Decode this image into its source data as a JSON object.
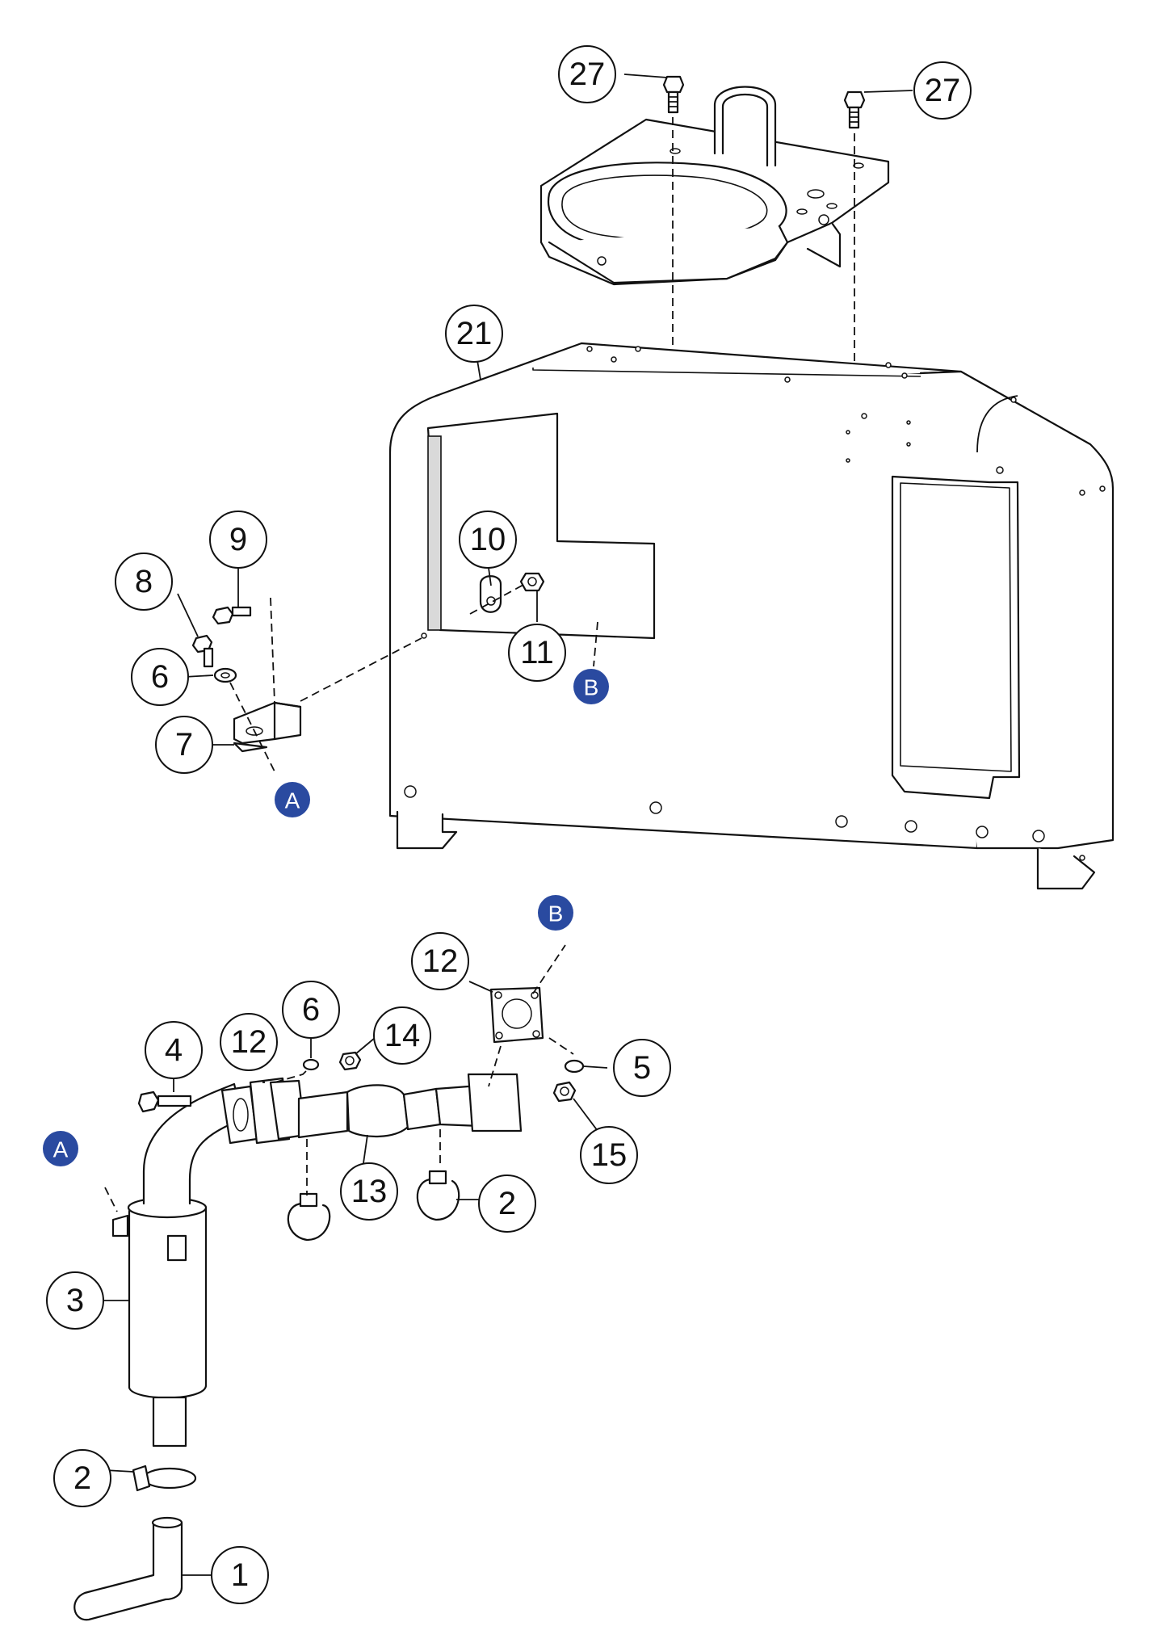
{
  "callouts": {
    "c27a": "27",
    "c27b": "27",
    "c21": "21",
    "c9": "9",
    "c8": "8",
    "c6a": "6",
    "c7": "7",
    "c10": "10",
    "c11": "11",
    "c12a": "12",
    "c12b": "12",
    "c4": "4",
    "c6b": "6",
    "c14": "14",
    "c5": "5",
    "c15": "15",
    "c13": "13",
    "c2a": "2",
    "c2b": "2",
    "c3": "3",
    "c1": "1"
  },
  "refs": {
    "a1": "A",
    "a2": "A",
    "b1": "B",
    "b2": "B"
  },
  "colors": {
    "ref_marker": "#2a4aa0",
    "line": "#111111"
  }
}
